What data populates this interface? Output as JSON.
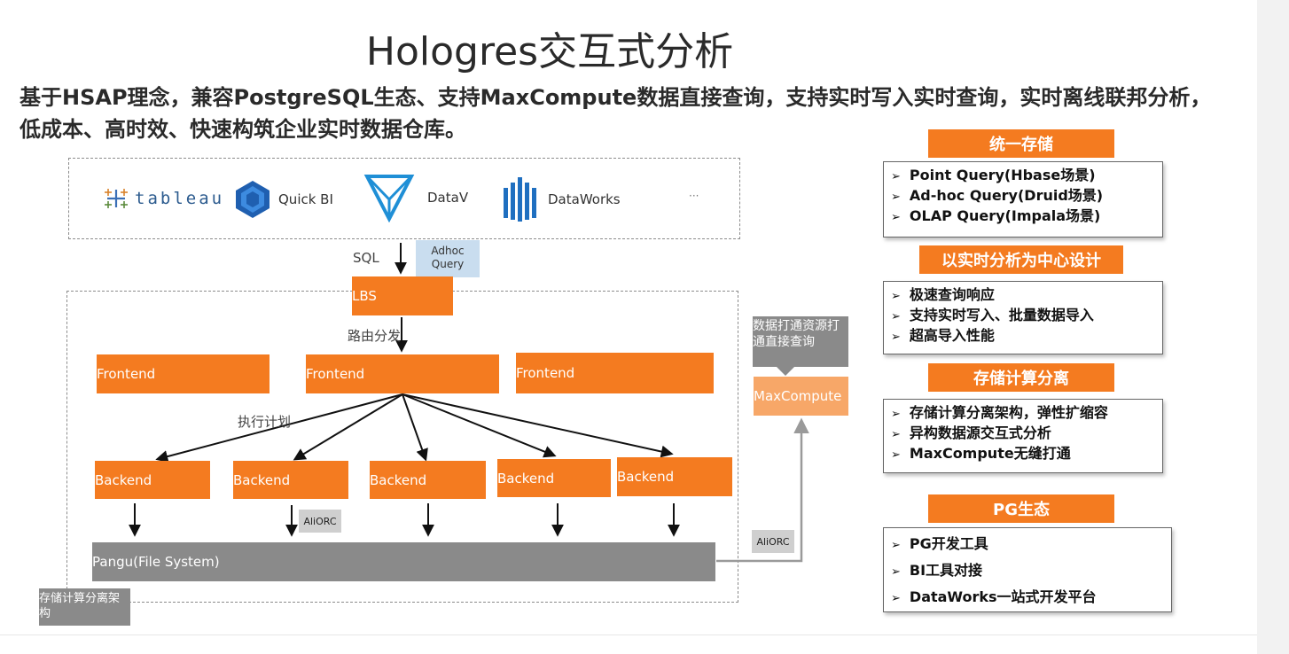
{
  "title": "Hologres交互式分析",
  "subtitle": "基于HSAP理念，兼容PostgreSQL生态、支持MaxCompute数据直接查询，支持实时写入实时查询，实时离线联邦分析，低成本、高时效、快速构筑企业实时数据仓库。",
  "tools": [
    {
      "name": "tableau",
      "icon": "tableau-logo"
    },
    {
      "name": "Quick BI",
      "icon": "quickbi-logo"
    },
    {
      "name": "DataV",
      "icon": "datav-logo"
    },
    {
      "name": "DataWorks",
      "icon": "dataworks-logo"
    },
    {
      "name": "···"
    }
  ],
  "flow": {
    "sql_label": "SQL",
    "adhoc_label": "Adhoc Query",
    "lbs": "LBS",
    "route_label": "路由分发",
    "frontends": [
      "Frontend",
      "Frontend",
      "Frontend"
    ],
    "exec_label": "执行计划",
    "backends": [
      "Backend",
      "Backend",
      "Backend",
      "Backend",
      "Backend"
    ],
    "aliorc": "AliORC",
    "aliorc_right": "AliORC",
    "pangu": "Pangu(File System)",
    "storage_note": "存储计算分离架构",
    "maxcompute_note": "数据打通资源打通直接查询",
    "maxcompute": "MaxCompute"
  },
  "features": [
    {
      "header": "统一存储",
      "items": [
        "Point Query(Hbase场景)",
        "Ad-hoc Query(Druid场景)",
        "OLAP Query(Impala场景)"
      ]
    },
    {
      "header": "以实时分析为中心设计",
      "items": [
        "极速查询响应",
        "支持实时写入、批量数据导入",
        "超高导入性能"
      ]
    },
    {
      "header": "存储计算分离",
      "items": [
        "存储计算分离架构，弹性扩缩容",
        "异构数据源交互式分析",
        "MaxCompute无缝打通"
      ]
    },
    {
      "header": "PG生态",
      "items": [
        "PG开发工具",
        "BI工具对接",
        "DataWorks一站式开发平台"
      ]
    }
  ],
  "colors": {
    "accent": "#f47b20",
    "accent_light": "#f7a768",
    "gray": "#8a8a8a"
  }
}
